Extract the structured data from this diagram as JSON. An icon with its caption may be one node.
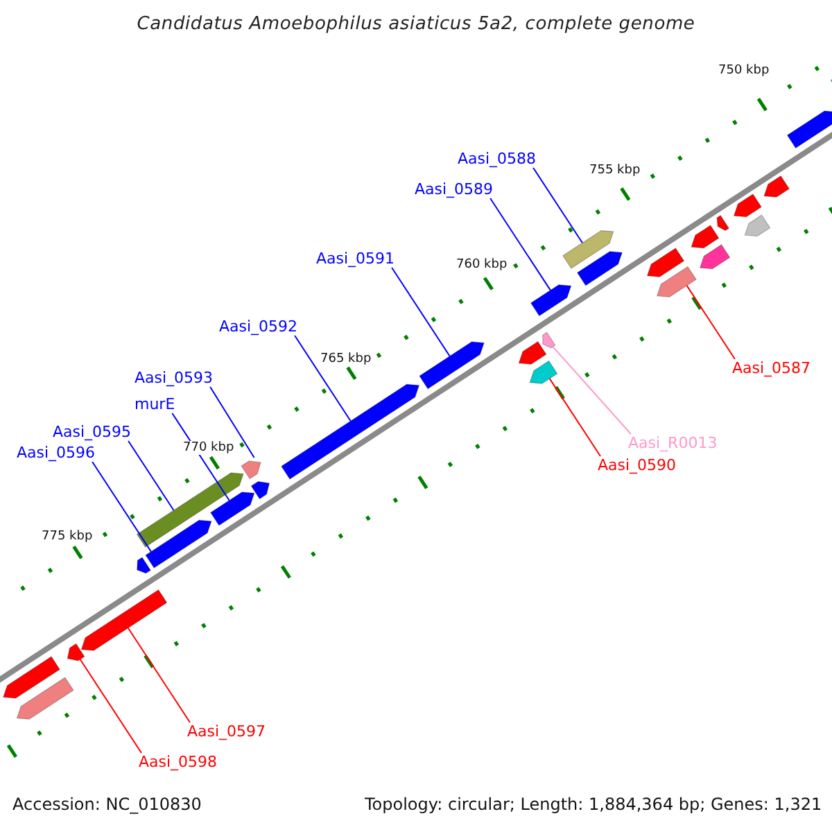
{
  "diagram": {
    "title": "Candidatus Amoebophilus asiaticus 5a2, complete genome",
    "nodes": [
      {
        "text": [
          "Aasi_0588"
        ]
      },
      {
        "text": [
          "Aasi_0589"
        ]
      },
      {
        "text": [
          "Aasi_0591"
        ]
      },
      {
        "text": [
          "Aasi_0592"
        ]
      },
      {
        "text": [
          "Aasi_0593"
        ]
      },
      {
        "text": [
          "murE"
        ]
      },
      {
        "text": [
          "Aasi_0595"
        ]
      },
      {
        "text": [
          "Aasi_0596"
        ]
      },
      {
        "text": [
          "Aasi_0587"
        ]
      },
      {
        "text": [
          "Aasi_R0013"
        ]
      },
      {
        "text": [
          "Aasi_0590"
        ]
      },
      {
        "text": [
          "Aasi_0597"
        ]
      },
      {
        "text": [
          "Aasi_0598"
        ]
      },
      {
        "text": [],
        "shape": "bar"
      },
      {
        "text": [],
        "shape": "bar"
      },
      {
        "text": [],
        "shape": "bar"
      },
      {
        "text": [],
        "shape": "bar"
      },
      {
        "text": [],
        "shape": "bar"
      },
      {
        "text": [],
        "shape": "bar"
      },
      {
        "text": [],
        "shape": "bar"
      },
      {
        "text": [],
        "shape": "bar"
      },
      {
        "text": [],
        "shape": "bar"
      },
      {
        "text": [],
        "shape": "bar"
      },
      {
        "text": [],
        "shape": "bar"
      },
      {
        "text": [],
        "shape": "bar"
      },
      {
        "text": [],
        "shape": "bar"
      },
      {
        "text": [],
        "shape": "bar"
      },
      {
        "text": [],
        "shape": "bar"
      },
      {
        "text": [],
        "shape": "bar"
      },
      {
        "text": [],
        "shape": "bar"
      },
      {
        "text": [],
        "shape": "bar"
      },
      {
        "text": [],
        "shape": "bar"
      },
      {
        "text": [],
        "shape": "bar"
      },
      {
        "text": [],
        "shape": "bar"
      },
      {
        "text": [],
        "shape": "bar"
      },
      {
        "text": [],
        "shape": "bar"
      },
      {
        "text": [],
        "shape": "bar"
      },
      {
        "text": [],
        "shape": "bar"
      },
      {
        "text": [],
        "shape": "bar"
      },
      {
        "text": [],
        "shape": "bar"
      },
      {
        "text": [],
        "shape": "bar"
      }
    ],
    "edges": [
      {
        "from": 0,
        "to": 13,
        "arrow": "none"
      },
      {
        "from": 1,
        "to": 14,
        "arrow": "none"
      },
      {
        "from": 2,
        "to": 15,
        "arrow": "none"
      },
      {
        "from": 3,
        "to": 16,
        "arrow": "none"
      },
      {
        "from": 4,
        "to": 17,
        "arrow": "none"
      },
      {
        "from": 5,
        "to": 18,
        "arrow": "none"
      },
      {
        "from": 6,
        "to": 19,
        "arrow": "none"
      },
      {
        "from": 7,
        "to": 20,
        "arrow": "none"
      },
      {
        "from": 8,
        "to": 21,
        "arrow": "none",
        "color": "#ff0000"
      },
      {
        "from": 9,
        "to": 22,
        "arrow": "none",
        "color": "#ff99cc"
      },
      {
        "from": 10,
        "to": 23,
        "arrow": "none",
        "color": "#ff0000"
      },
      {
        "from": 11,
        "to": 24,
        "arrow": "none",
        "color": "#ff0000"
      },
      {
        "from": 12,
        "to": 25,
        "arrow": "none",
        "color": "#ff0000"
      }
    ],
    "labels": [
      "750 kbp",
      "755 kbp",
      "760 kbp",
      "765 kbp",
      "770 kbp",
      "775 kbp",
      "Accession: NC_010830",
      "Topology: circular; Length: 1,884,364 bp; Genes: 1,321"
    ]
  }
}
